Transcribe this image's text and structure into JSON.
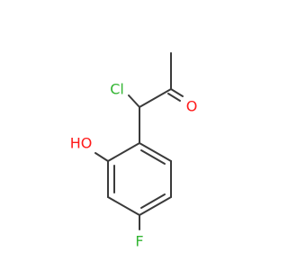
{
  "structure": {
    "atoms": {
      "cl": {
        "symbol": "Cl",
        "color": "#33b533"
      },
      "o_carbonyl": {
        "symbol": "O",
        "color": "#ff1a1a"
      },
      "o_hydroxyl": {
        "symbol": "HO",
        "color": "#ff1a1a"
      },
      "f": {
        "symbol": "F",
        "color": "#33b533"
      }
    },
    "bond_color": "#3a3a3a"
  }
}
